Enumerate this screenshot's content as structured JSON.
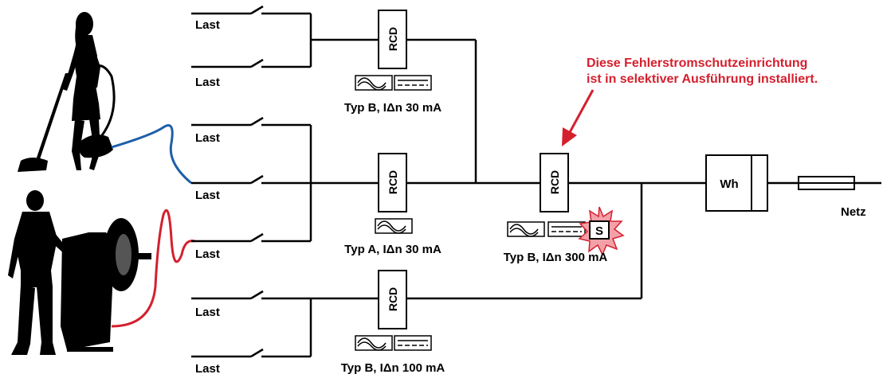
{
  "loads": {
    "label_1": "Last",
    "label_2": "Last",
    "label_3": "Last",
    "label_4": "Last",
    "label_5": "Last",
    "label_6": "Last",
    "label_7": "Last"
  },
  "rcd_1": {
    "label": "RCD",
    "type_text": "Typ B, IΔn 30 mA"
  },
  "rcd_2": {
    "label": "RCD",
    "type_text": "Typ A, IΔn 30 mA"
  },
  "rcd_3": {
    "label": "RCD",
    "type_text": "Typ B, IΔn 100 mA"
  },
  "rcd_main": {
    "label": "RCD",
    "type_text": "Typ B, IΔn 300 mA",
    "selective_mark": "S"
  },
  "meter": {
    "label": "Wh"
  },
  "grid": {
    "label": "Netz"
  },
  "annotation": {
    "line_1": "Diese Fehlerstromschutzeinrichtung",
    "line_2": "ist in selektiver Ausführung installiert.",
    "color": "#d4202e"
  },
  "cables": {
    "vacuum_color": "#1f5fa8",
    "machine_color": "#d4202e"
  },
  "icons": [
    "woman-vacuum-silhouette-icon",
    "man-tire-machine-silhouette-icon",
    "ac-waveform-icon",
    "dc-waveform-icon",
    "starburst-icon"
  ]
}
